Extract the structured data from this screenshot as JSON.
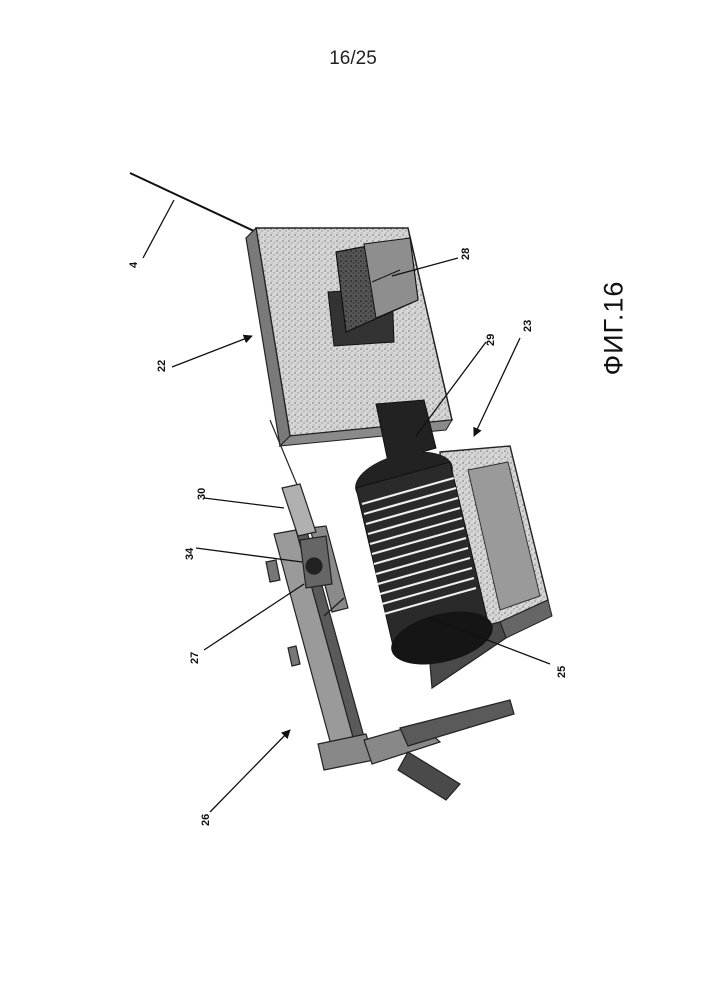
{
  "page_number": "16/25",
  "figure_label": "ФИГ.16",
  "reference_numerals": {
    "r4": "4",
    "r22": "22",
    "r23": "23",
    "r25": "25",
    "r26": "26",
    "r27": "27",
    "r28": "28",
    "r29": "29",
    "r30": "30",
    "r34": "34"
  }
}
